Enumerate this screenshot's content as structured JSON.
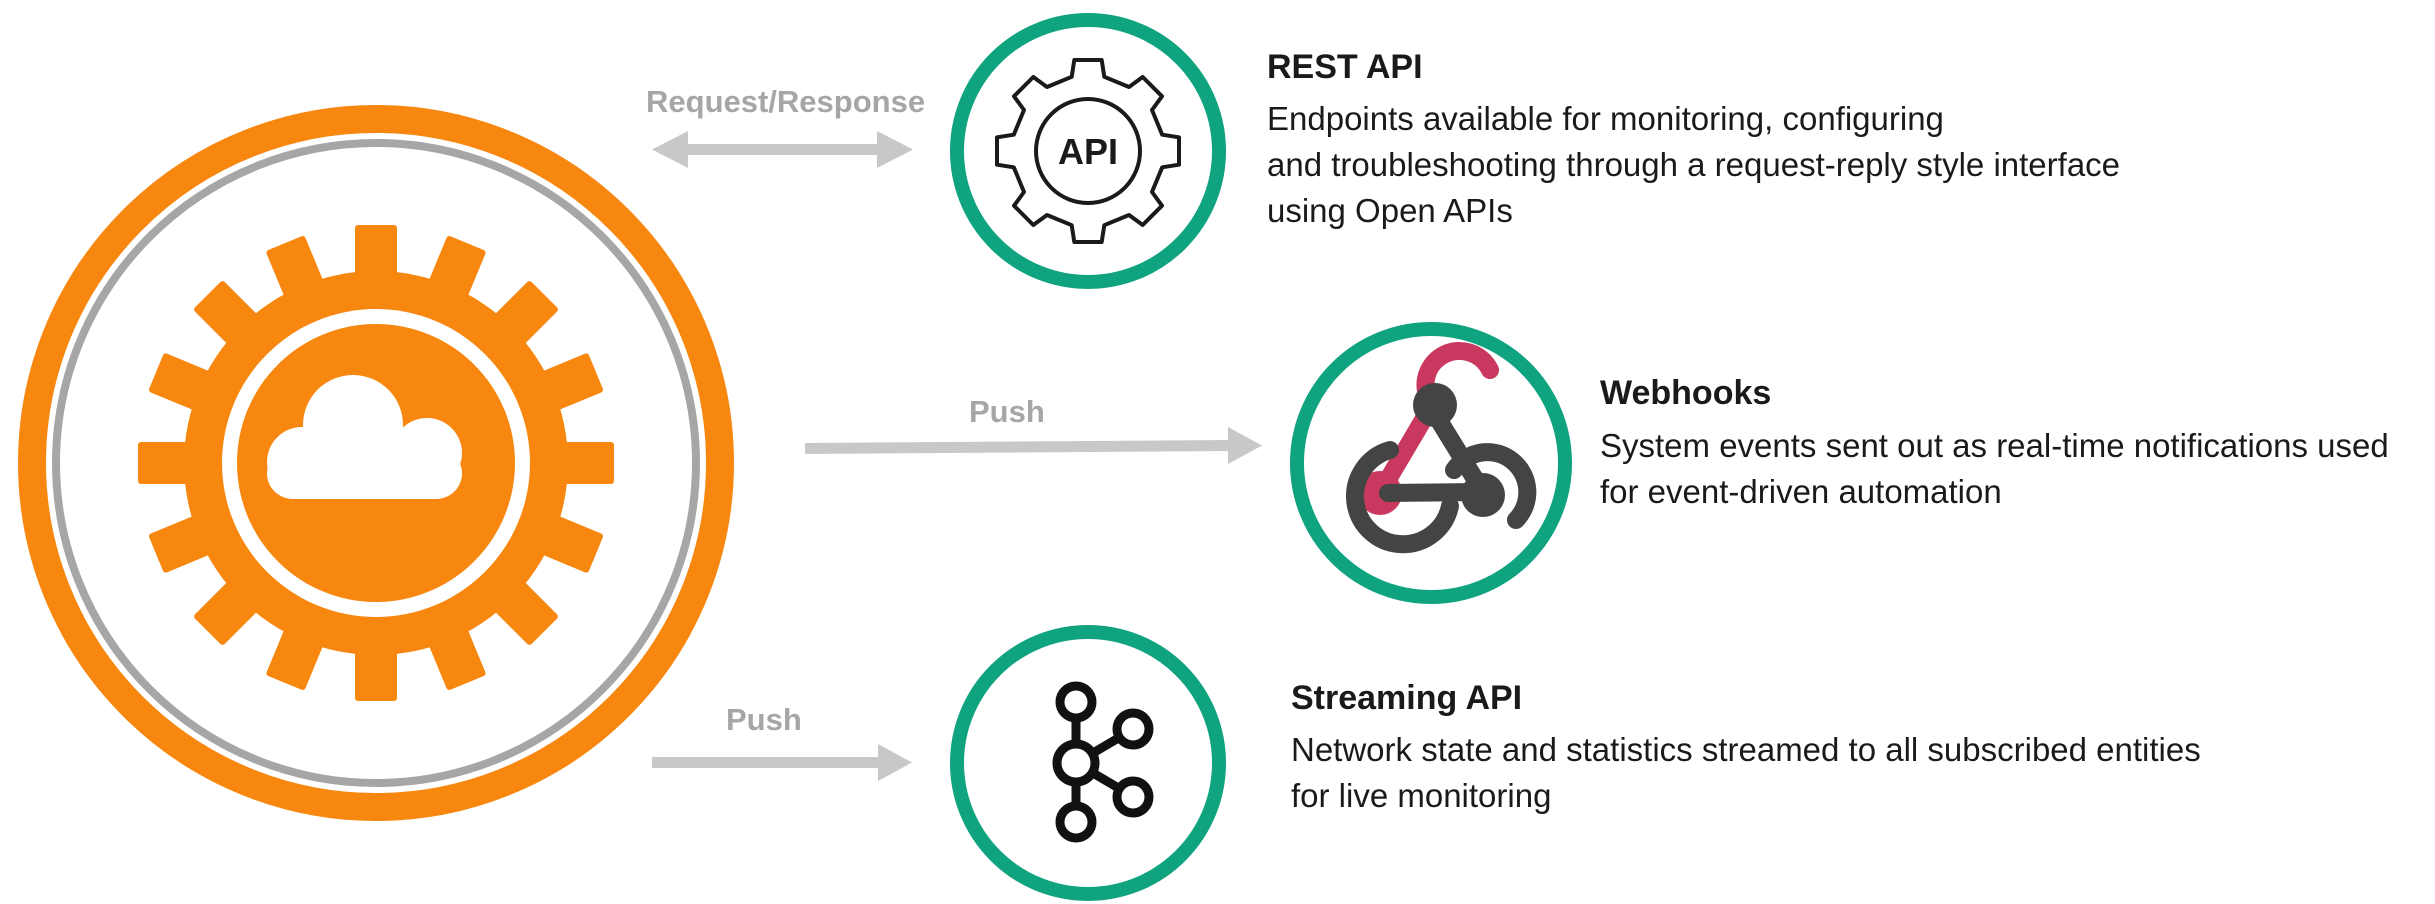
{
  "colors": {
    "orange": "#f7870f",
    "gray_ring": "#a6a6a6",
    "teal": "#10a37f",
    "arrow": "#c8c8c8",
    "webhook_pink": "#c9385f",
    "webhook_dark": "#444444"
  },
  "hub": {
    "icon": "cloud-gear-icon"
  },
  "arrows": [
    {
      "label": "Request/Response",
      "direction": "bidirectional"
    },
    {
      "label": "Push",
      "direction": "right"
    },
    {
      "label": "Push",
      "direction": "right"
    }
  ],
  "items": [
    {
      "icon": "api-gear-icon",
      "icon_text": "API",
      "title": "REST API",
      "lines": [
        "Endpoints available for monitoring, configuring",
        "and troubleshooting through a request-reply style interface",
        "using Open APIs"
      ]
    },
    {
      "icon": "webhook-icon",
      "title": "Webhooks",
      "lines": [
        "System events sent out as real-time notifications used",
        "for event-driven automation"
      ]
    },
    {
      "icon": "kafka-icon",
      "title": "Streaming API",
      "lines": [
        "Network state and statistics streamed to all subscribed entities",
        "for live monitoring"
      ]
    }
  ]
}
